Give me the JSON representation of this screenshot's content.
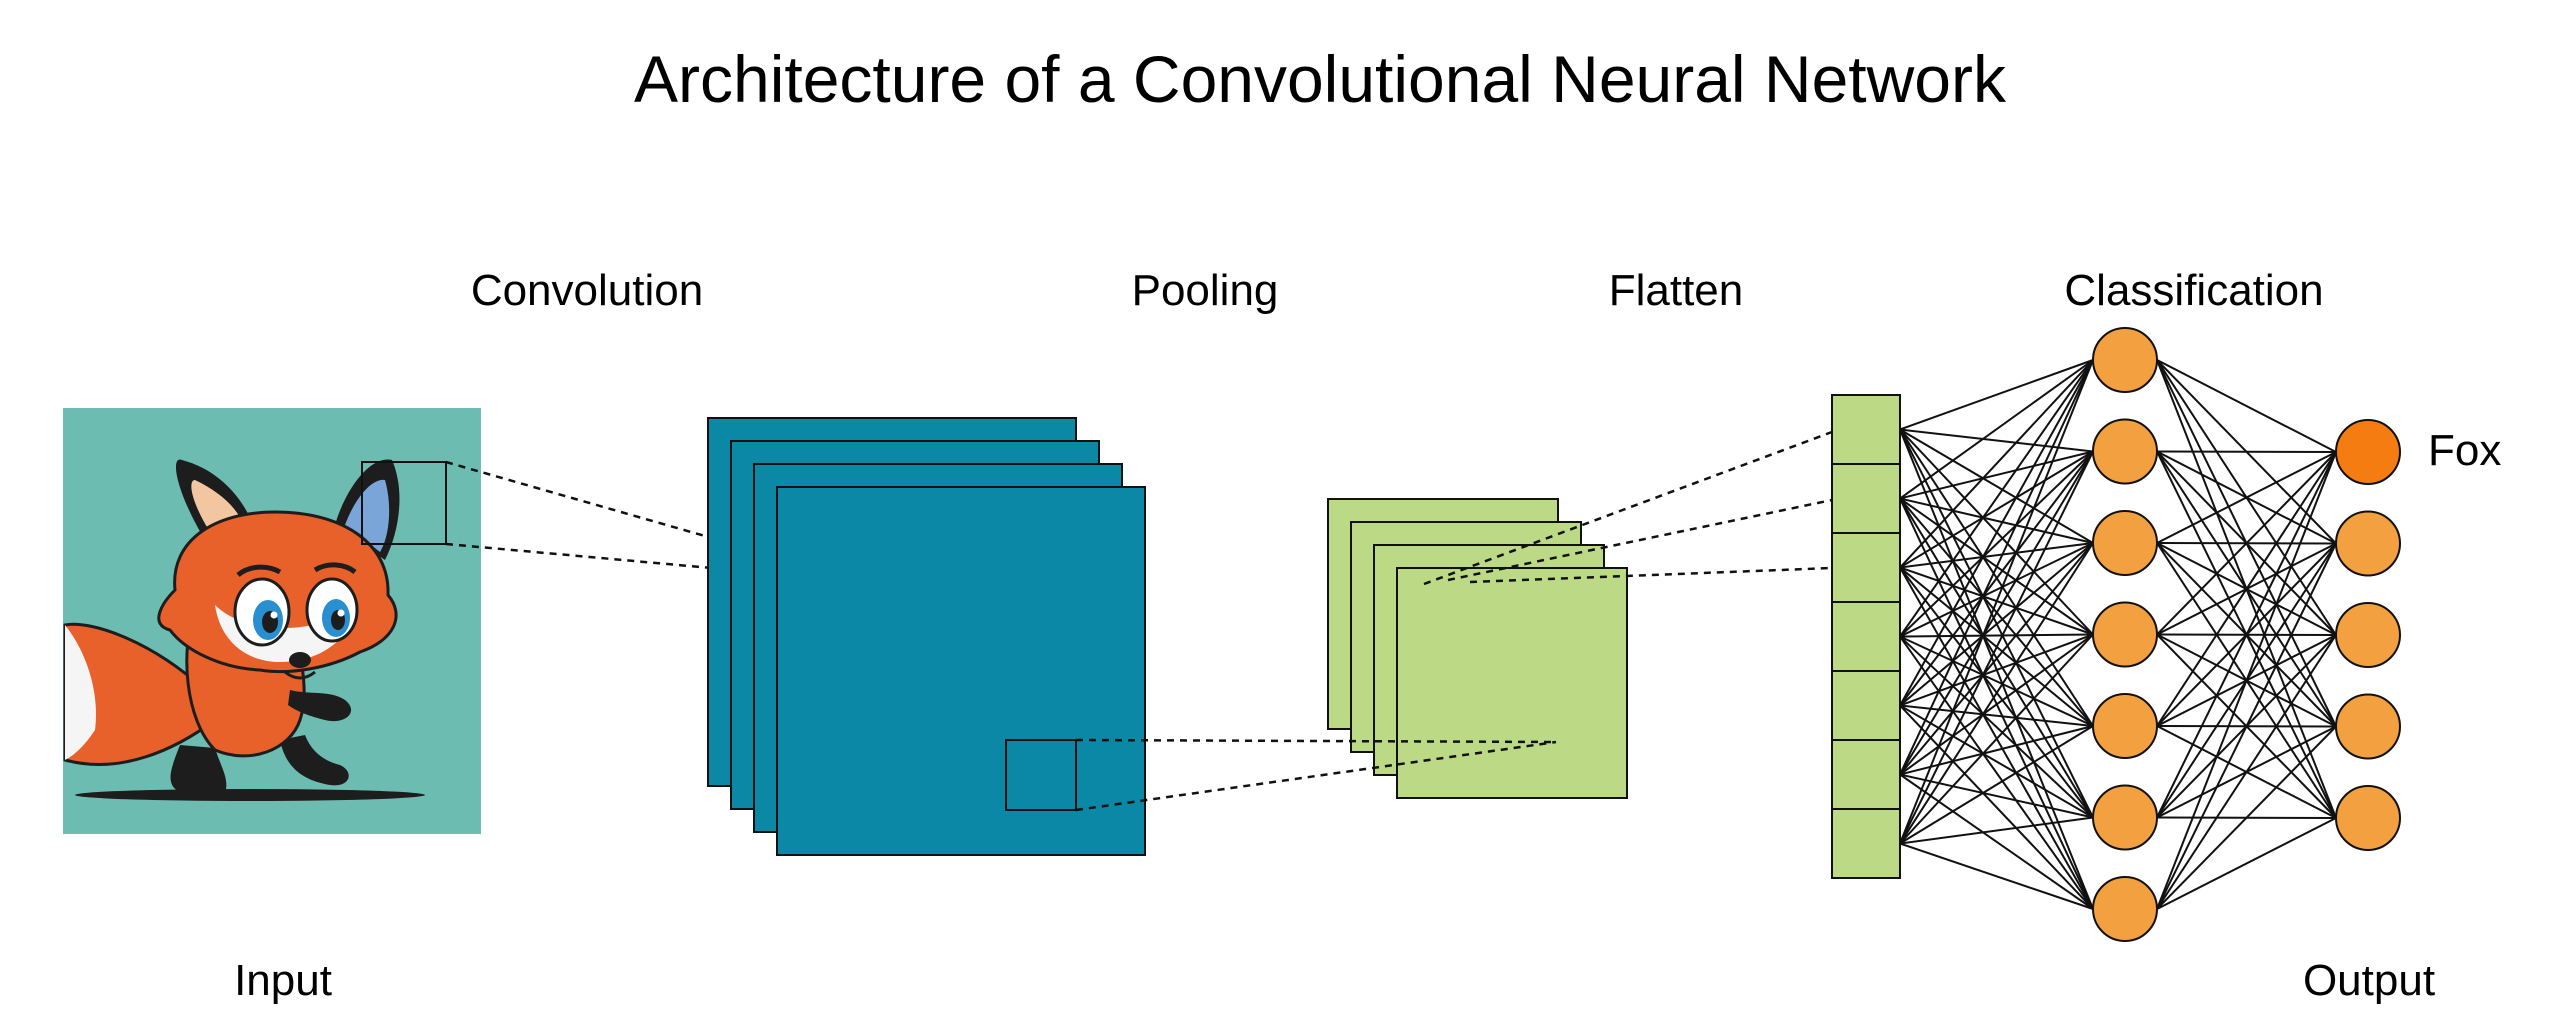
{
  "title": "Architecture of a Convolutional Neural Network",
  "stages": {
    "convolution": "Convolution",
    "pooling": "Pooling",
    "flatten": "Flatten",
    "classification": "Classification"
  },
  "input_label": "Input",
  "output_label": "Output",
  "predicted_class": "Fox",
  "network": {
    "flatten_cells": 7,
    "hidden_neurons": 7,
    "output_neurons": 5,
    "highlighted_output_index": 0
  },
  "colors": {
    "input_background": "#6cbcb1",
    "conv_maps": "#0a88a6",
    "pool_maps": "#bcd985",
    "flatten_cells": "#bcd985",
    "neuron": "#f2a040",
    "neuron_active": "#f57c10"
  },
  "icons": {
    "input_image": "cartoon-fox-image"
  }
}
